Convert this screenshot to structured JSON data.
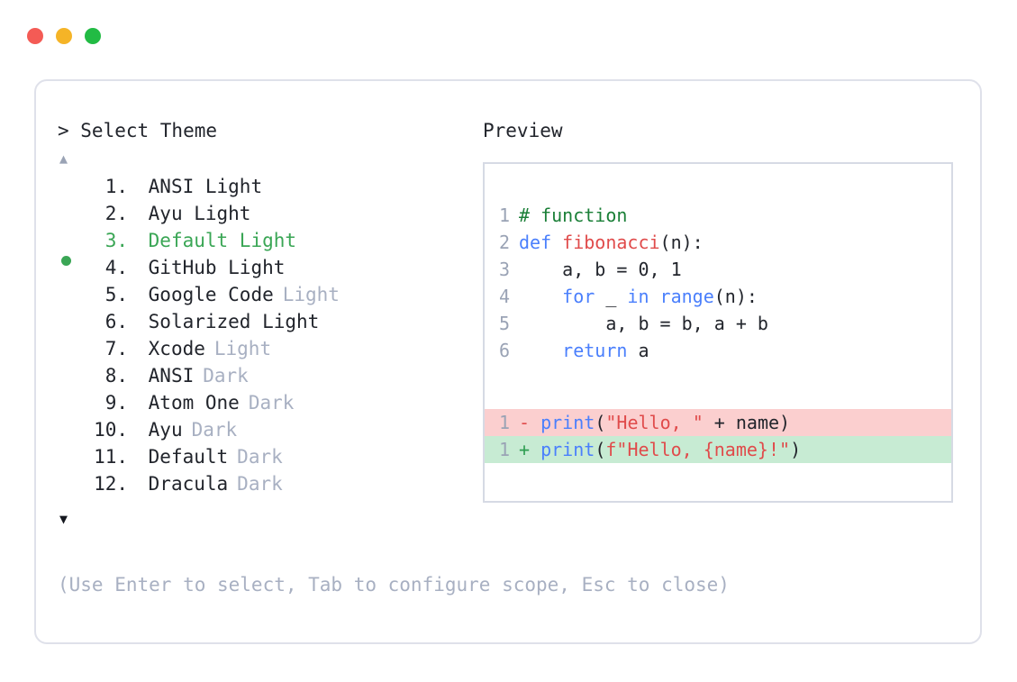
{
  "window": {
    "dots": [
      {
        "name": "close-dot",
        "color": "#f45b55"
      },
      {
        "name": "minimize-dot",
        "color": "#f5b427"
      },
      {
        "name": "maximize-dot",
        "color": "#22bb44"
      }
    ]
  },
  "selector": {
    "prompt": "> Select Theme",
    "scroll_up_glyph": "▲",
    "scroll_down_glyph": "▼",
    "selected_index": 3,
    "selected_color": "#3aa655",
    "bullet_glyph": "●",
    "items": [
      {
        "num": "1.",
        "name": "ANSI Light",
        "variant": "",
        "variant_dim": false,
        "selected": false
      },
      {
        "num": "2.",
        "name": "Ayu Light",
        "variant": "",
        "variant_dim": false,
        "selected": false
      },
      {
        "num": "3.",
        "name": "Default Light",
        "variant": "",
        "variant_dim": false,
        "selected": true
      },
      {
        "num": "4.",
        "name": "GitHub Light",
        "variant": "",
        "variant_dim": false,
        "selected": false
      },
      {
        "num": "5.",
        "name": "Google Code",
        "variant": "Light",
        "variant_dim": true,
        "selected": false
      },
      {
        "num": "6.",
        "name": "Solarized Light",
        "variant": "",
        "variant_dim": false,
        "selected": false
      },
      {
        "num": "7.",
        "name": "Xcode",
        "variant": "Light",
        "variant_dim": true,
        "selected": false
      },
      {
        "num": "8.",
        "name": "ANSI",
        "variant": "Dark",
        "variant_dim": true,
        "selected": false
      },
      {
        "num": "9.",
        "name": "Atom One",
        "variant": "Dark",
        "variant_dim": true,
        "selected": false
      },
      {
        "num": "10.",
        "name": "Ayu",
        "variant": "Dark",
        "variant_dim": true,
        "selected": false
      },
      {
        "num": "11.",
        "name": "Default",
        "variant": "Dark",
        "variant_dim": true,
        "selected": false
      },
      {
        "num": "12.",
        "name": "Dracula",
        "variant": "Dark",
        "variant_dim": true,
        "selected": false
      }
    ],
    "hint": "(Use Enter to select, Tab to configure scope, Esc to close)"
  },
  "preview": {
    "label": "Preview",
    "code_lines": [
      {
        "ln": "1",
        "tokens": [
          {
            "t": "# function",
            "c": "comment"
          }
        ]
      },
      {
        "ln": "2",
        "tokens": [
          {
            "t": "def ",
            "c": "kw"
          },
          {
            "t": "fibonacci",
            "c": "fn"
          },
          {
            "t": "(n):",
            "c": "plain"
          }
        ]
      },
      {
        "ln": "3",
        "tokens": [
          {
            "t": "    a, b = 0, 1",
            "c": "plain"
          }
        ]
      },
      {
        "ln": "4",
        "tokens": [
          {
            "t": "    ",
            "c": "plain"
          },
          {
            "t": "for",
            "c": "kw"
          },
          {
            "t": " _ ",
            "c": "plain"
          },
          {
            "t": "in range",
            "c": "kw"
          },
          {
            "t": "(n):",
            "c": "plain"
          }
        ]
      },
      {
        "ln": "5",
        "tokens": [
          {
            "t": "        a, b = b, a + b",
            "c": "plain"
          }
        ]
      },
      {
        "ln": "6",
        "tokens": [
          {
            "t": "    ",
            "c": "plain"
          },
          {
            "t": "return",
            "c": "kw"
          },
          {
            "t": " a",
            "c": "plain"
          }
        ]
      }
    ],
    "diff_lines": [
      {
        "ln": "1",
        "kind": "del",
        "mark": "-",
        "tokens": [
          {
            "t": "print",
            "c": "kw"
          },
          {
            "t": "(",
            "c": "plain"
          },
          {
            "t": "\"Hello, \"",
            "c": "str"
          },
          {
            "t": " + name)",
            "c": "plain"
          }
        ]
      },
      {
        "ln": "1",
        "kind": "add",
        "mark": "+",
        "tokens": [
          {
            "t": "print",
            "c": "kw"
          },
          {
            "t": "(",
            "c": "plain"
          },
          {
            "t": "f\"Hello, {name}!\"",
            "c": "str"
          },
          {
            "t": ")",
            "c": "plain"
          }
        ]
      }
    ]
  }
}
